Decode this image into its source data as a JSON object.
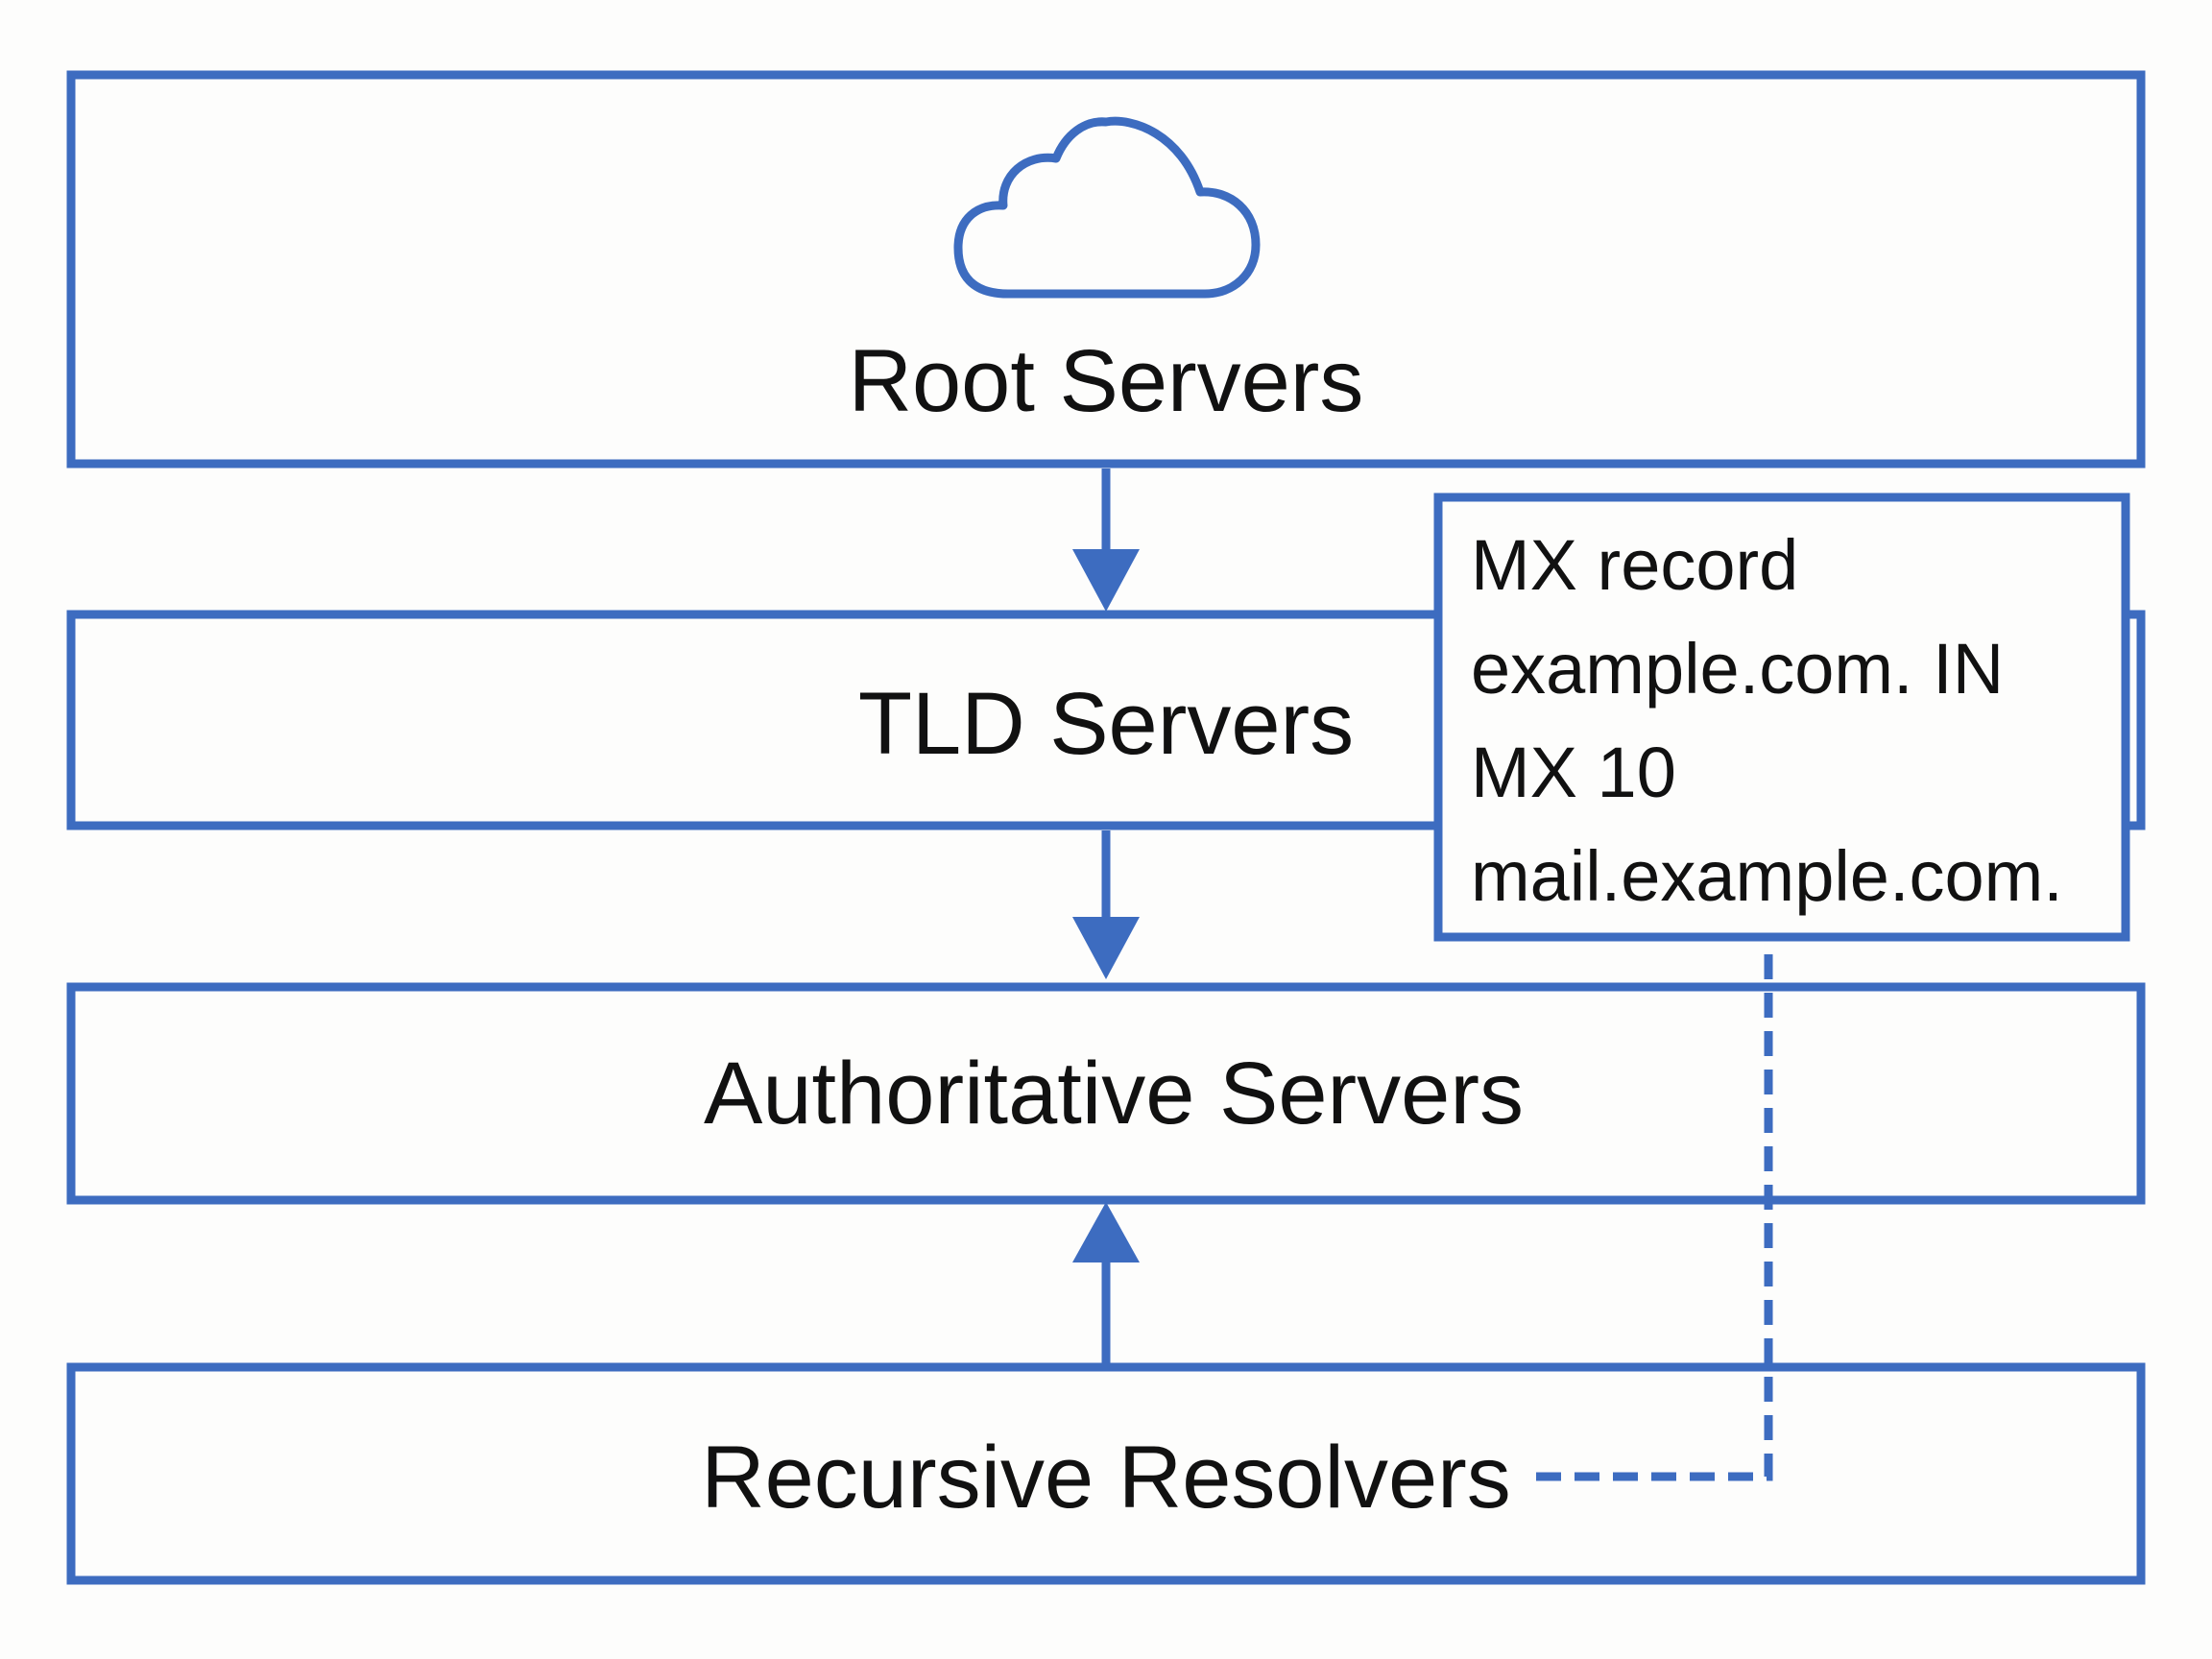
{
  "colors": {
    "stroke": "#3d6cc0",
    "text": "#111111",
    "background": "#fdfdfc"
  },
  "layers": {
    "root": {
      "label": "Root Servers",
      "icon": "cloud-icon"
    },
    "tld": {
      "label": "TLD Servers"
    },
    "authoritative": {
      "label": "Authoritative Servers"
    },
    "recursive": {
      "label": "Recursive Resolvers"
    }
  },
  "record": {
    "lines": [
      "MX record",
      "example.com. IN",
      "MX 10",
      "mail.example.com."
    ]
  }
}
